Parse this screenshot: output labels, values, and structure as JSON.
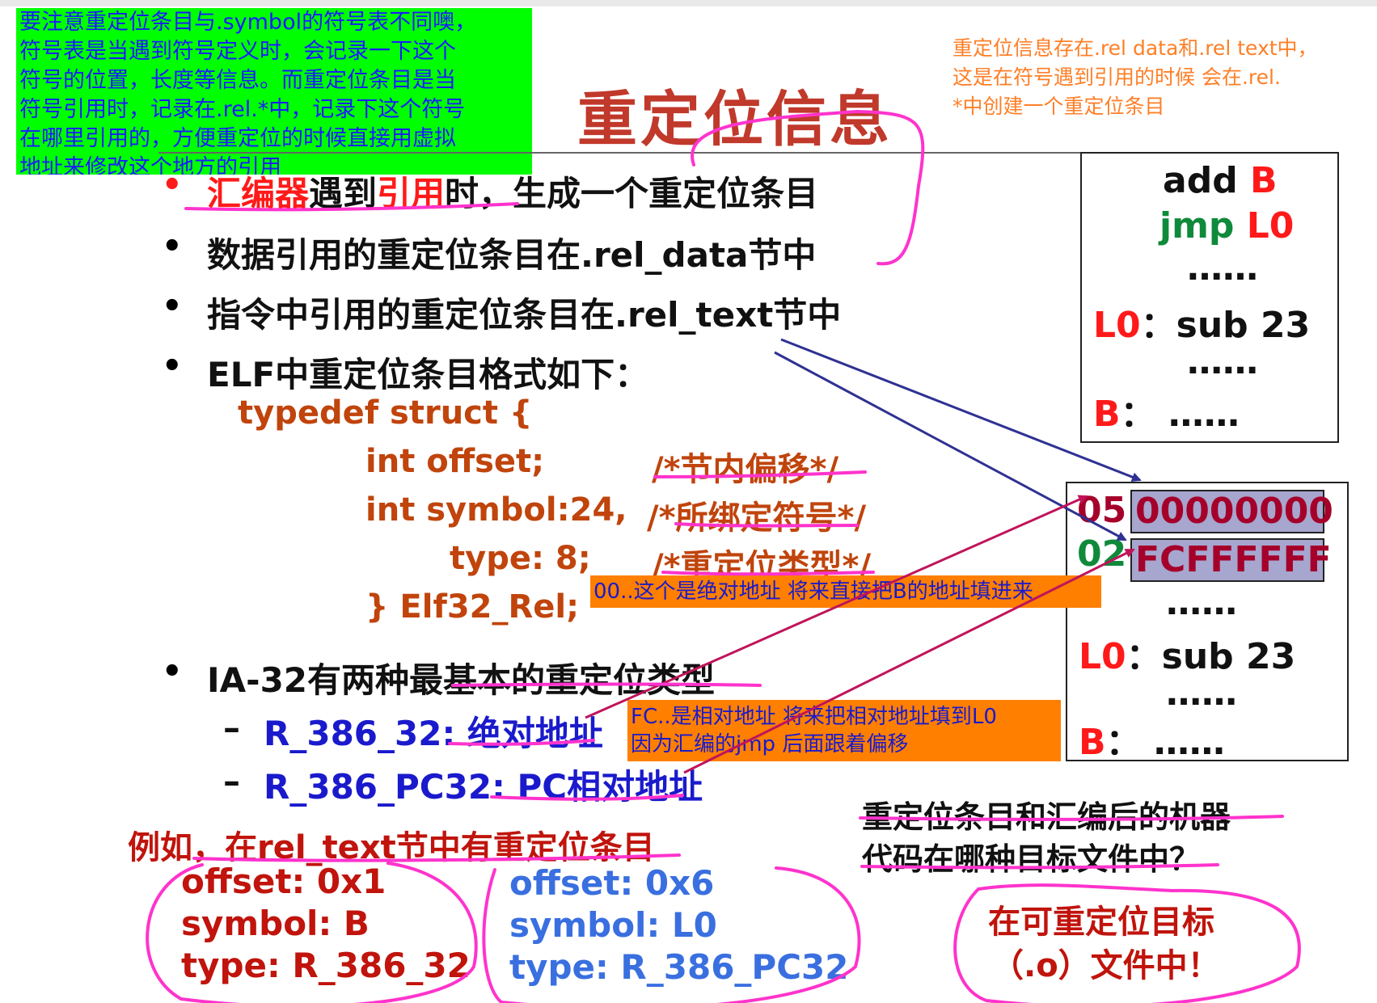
{
  "green_note": {
    "lines": [
      "要注意重定位条目与.symbol的符号表不同噢，",
      "符号表是当遇到符号定义时，会记录一下这个",
      "符号的位置，长度等信息。而重定位条目是当",
      "符号引用时，记录在.rel.*中，记录下这个符号",
      "在哪里引用的，方便重定位的时候直接用虚拟",
      "地址来修改这个地方的引用"
    ]
  },
  "orange_note_top": {
    "lines": [
      "重定位信息存在.rel data和.rel text中，",
      "这是在符号遇到引用的时候 会在.rel.",
      "*中创建一个重定位条目"
    ]
  },
  "title": "重定位信息",
  "bullets": {
    "b1": {
      "part1": "汇编器",
      "part2": "遇到",
      "part3": "引用",
      "part4": "时，生成一个重定位条目"
    },
    "b2": "数据引用的重定位条目在.rel_data节中",
    "b3": "指令中引用的重定位条目在.rel_text节中",
    "b4": "ELF中重定位条目格式如下：",
    "b5": "IA-32有两种最基本的重定位类型"
  },
  "bullet_symbol": "•",
  "code": {
    "l1": "typedef  struct {",
    "l2a": "int  offset;",
    "l2b": "/*节内偏移*/",
    "l3a": "int  symbol:24,",
    "l3b": "/*所绑定符号*/",
    "l4a": "type: 8;",
    "l4b": "/*重定位类型*/",
    "l5": "} Elf32_Rel;"
  },
  "types": {
    "dash": "–",
    "t1a": "R_386_32: ",
    "t1b": "绝对地址",
    "t2a": "R_386_PC32: ",
    "t2b": "PC相对地址"
  },
  "example": {
    "heading": "例如，在rel_text节中有重定位条目",
    "left": [
      "offset: 0x1",
      "symbol: B",
      "type:  R_386_32"
    ],
    "right": [
      "offset: 0x6",
      "symbol: L0",
      "type:  R_386_PC32"
    ]
  },
  "question": {
    "line1": "重定位条目和汇编后的机器",
    "line2": "代码在哪种目标文件中？",
    "answer1": "在可重定位目标",
    "answer2": "（.o）文件中！"
  },
  "src_box": {
    "add": "add ",
    "addB": "B",
    "jmp": "jmp ",
    "jmpL0": "L0",
    "dots": "……",
    "l0label": "L0",
    "l0rest": "：sub 23",
    "blabel": "B",
    "brest": "：  ……"
  },
  "obj_box": {
    "r1op": "05",
    "r1val": "00000000",
    "r2op": "02",
    "r2val": "FCFFFFFF",
    "dots": "……",
    "l0label": "L0",
    "l0rest": "：sub 23",
    "blabel": "B",
    "brest": "：  ……"
  },
  "orange_labels": {
    "abs": "00..这个是绝对地址 将来直接把B的地址填进来",
    "rel1": "FC..是相对地址 将来把相对地址填到L0",
    "rel2": "因为汇编的jmp 后面跟着偏移"
  },
  "colors": {
    "green_note_bg": "#00ff00",
    "annotation_magenta": "#ff33cc",
    "arrow_navy": "#2e3192",
    "arrow_crimson": "#c0145a",
    "label_orange": "#ff7f00"
  }
}
